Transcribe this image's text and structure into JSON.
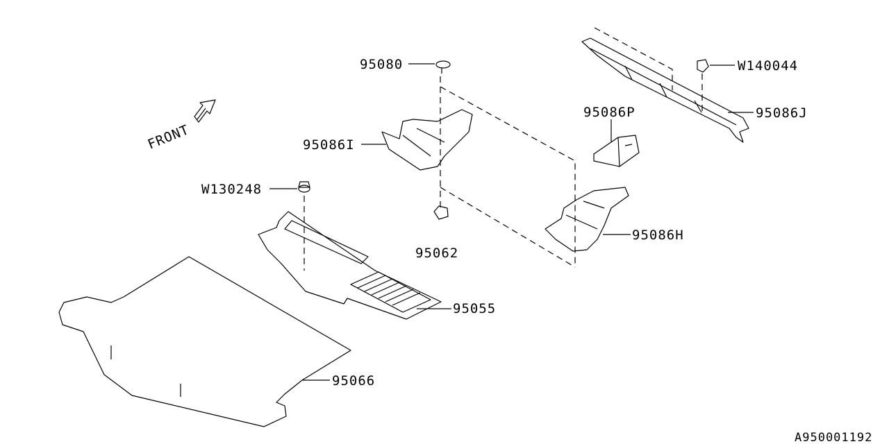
{
  "diagram_id": "A950001192",
  "front_label": "FRONT",
  "parts": {
    "p95080": "95080",
    "w140044": "W140044",
    "p95086p": "95086P",
    "p95086j": "95086J",
    "p95086i": "95086I",
    "w130248": "W130248",
    "p95062": "95062",
    "p95086h": "95086H",
    "p95055": "95055",
    "p95066": "95066"
  }
}
